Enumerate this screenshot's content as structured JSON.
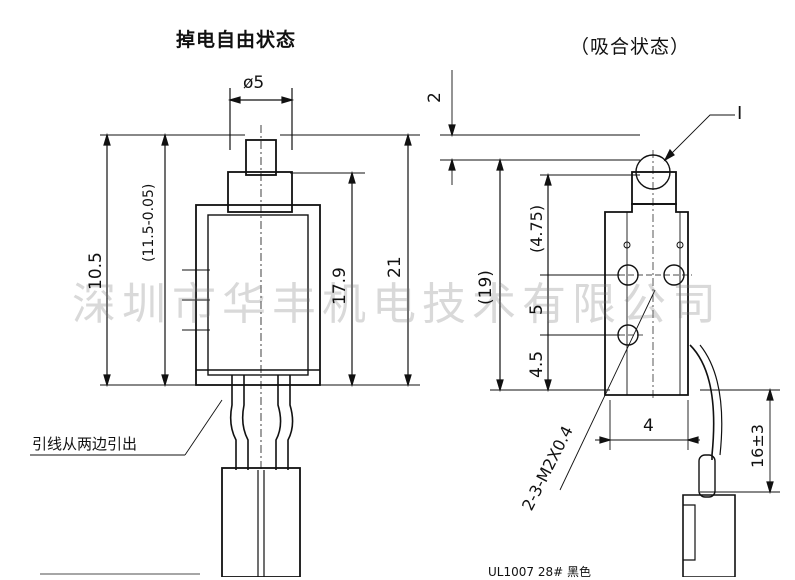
{
  "titles": {
    "left": "掉电自由状态",
    "right": "（吸合状态）"
  },
  "watermark": "深圳市华丰机电技术有限公司",
  "left_view": {
    "diameter": "ø5",
    "overall_height": "10.5",
    "stroke_tolerance": "(11.5-0.05)",
    "body_height": "17.9",
    "total_height": "21",
    "lead_note": "引线从两边引出"
  },
  "right_view": {
    "gap": "2",
    "detail_marker": "I",
    "height_19": "(19)",
    "offset_475": "(4.75)",
    "pitch_5": "5",
    "bottom_45": "4.5",
    "width_4": "4",
    "lead_length": "16±3",
    "screw_spec": "2-3-M2X0.4"
  },
  "footer": {
    "cable_label": "UL1007 28# 黑色"
  }
}
